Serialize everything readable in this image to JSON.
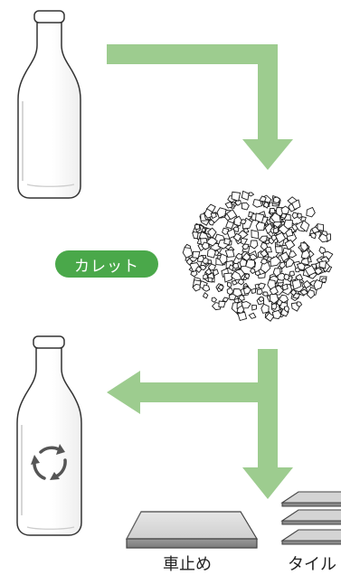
{
  "colors": {
    "arrow": "#9dcc8f",
    "pill": "#4aa84a",
    "cullet_fill": "#ffffff",
    "cullet_stroke": "#1a1a1a",
    "outline": "#333333"
  },
  "labels": {
    "cullet": "カレット",
    "car_stop": "車止め",
    "tile": "タイル"
  },
  "icons": {
    "recycle": "recycle-arrows-icon"
  }
}
